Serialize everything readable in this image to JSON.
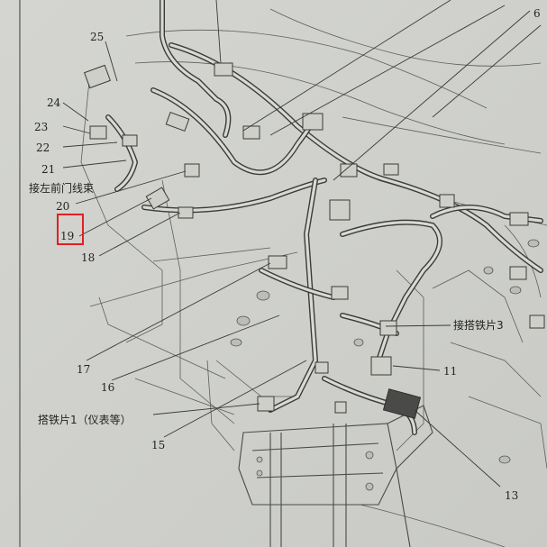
{
  "labels": {
    "n25": "25",
    "n24": "24",
    "n23": "23",
    "n22": "22",
    "n21": "21",
    "n20": "20",
    "n19": "19",
    "n18": "18",
    "n17": "17",
    "n16": "16",
    "n15": "15",
    "n13": "13",
    "n11": "11",
    "n6": "6",
    "t_left_door": "接左前门线束",
    "t_ground1": "搭铁片1（仪表等）",
    "t_ground3": "接搭铁片3"
  },
  "highlight": {
    "target": "19",
    "color": "#e02020"
  }
}
